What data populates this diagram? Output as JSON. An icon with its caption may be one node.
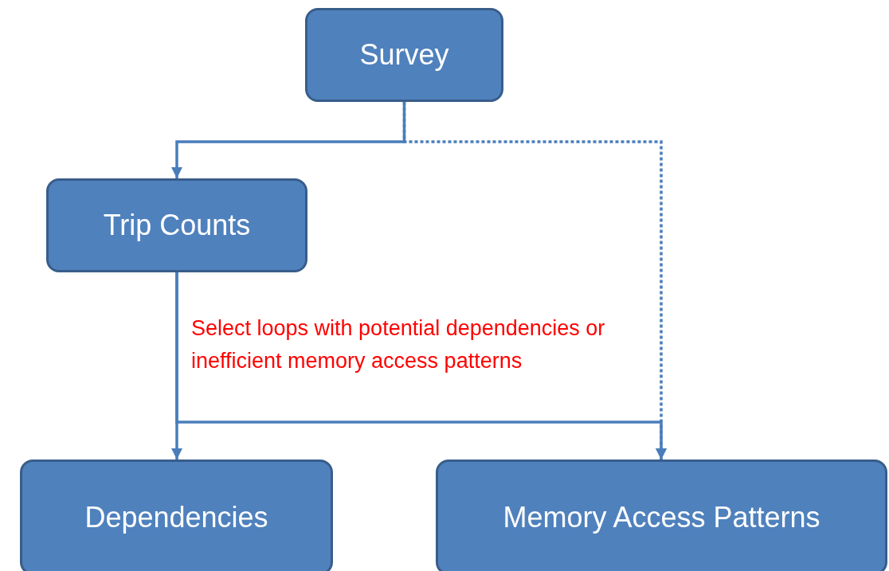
{
  "diagram": {
    "nodes": [
      {
        "text": [
          "Survey"
        ]
      },
      {
        "text": [
          "Trip Counts"
        ]
      },
      {
        "text": [
          "Dependencies"
        ]
      },
      {
        "text": [
          "Memory Access Patterns"
        ]
      }
    ],
    "edges": [
      {
        "from": 0,
        "to": 1,
        "arrow": "to"
      },
      {
        "from": 0,
        "to": 3,
        "arrow": "to",
        "style": "dashed"
      },
      {
        "from": 1,
        "to": 2,
        "arrow": "to"
      },
      {
        "from": 1,
        "to": 3,
        "arrow": "to"
      }
    ],
    "labels": [
      "Select loops with potential dependencies or inefficient memory access patterns"
    ]
  }
}
